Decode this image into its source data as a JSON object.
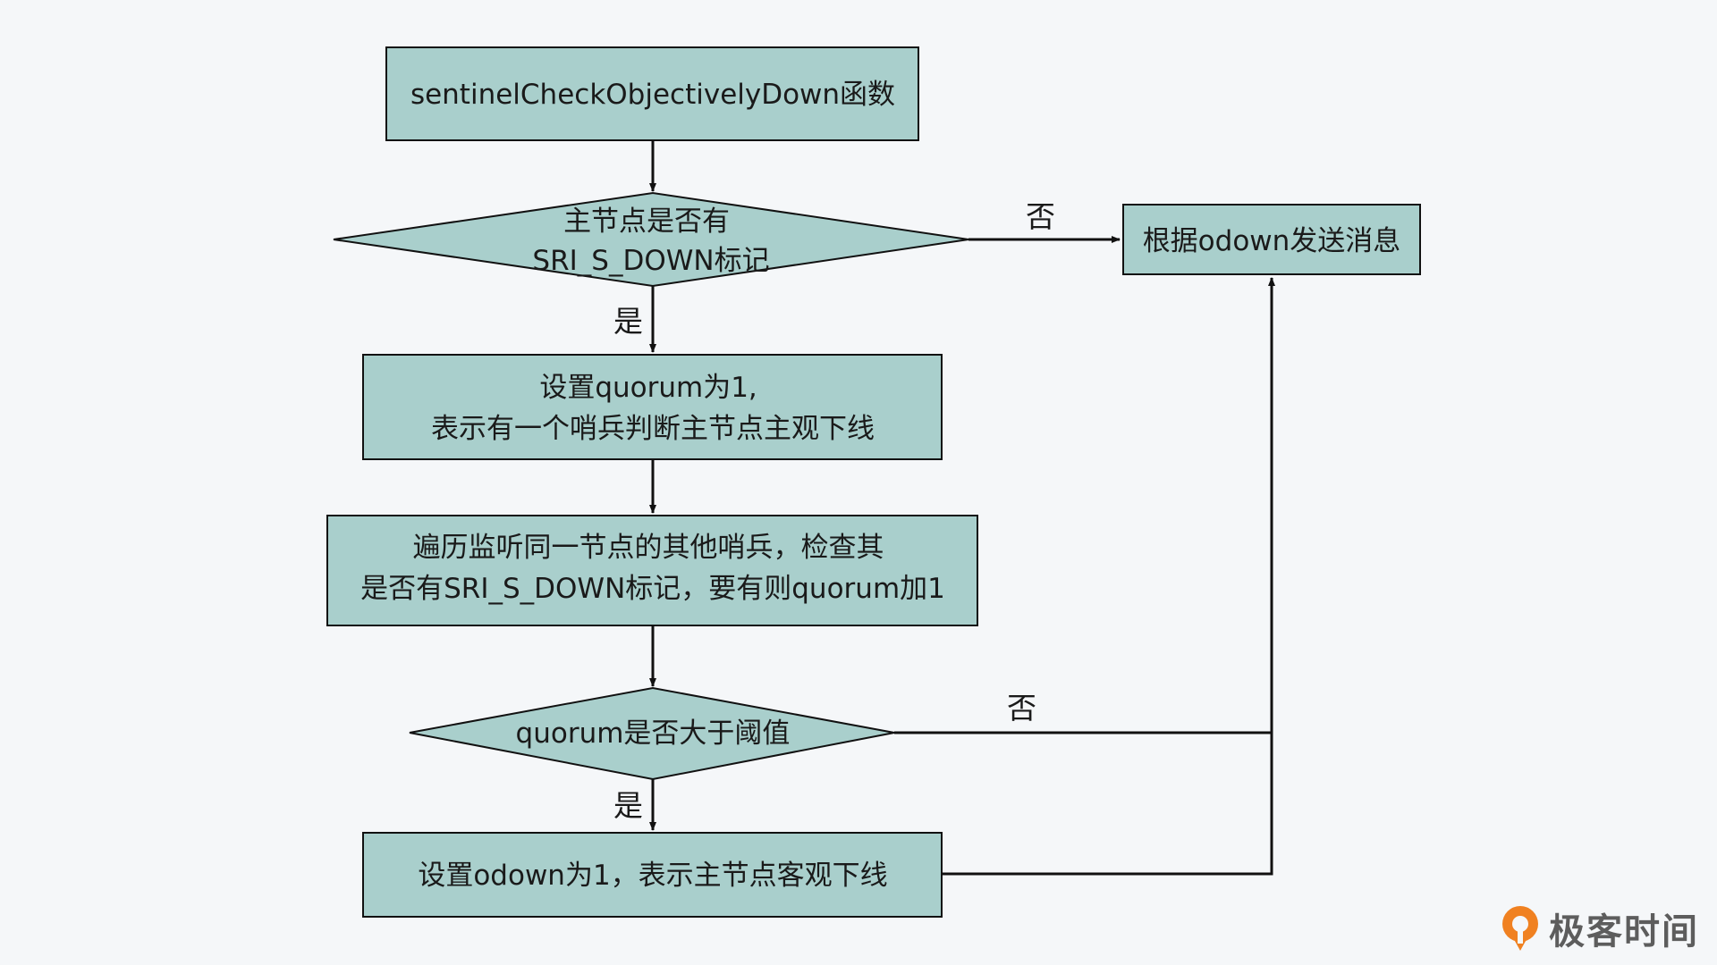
{
  "colors": {
    "background": "#f5f7f9",
    "node_fill": "#a9cfcc",
    "stroke": "#111111",
    "brand_orange": "#f08121",
    "brand_text": "#5d5d5d"
  },
  "nodes": {
    "start": {
      "lines": [
        "sentinelCheckObjectivelyDown函数"
      ]
    },
    "check_sdown": {
      "lines": [
        "主节点是否有",
        "SRI_S_DOWN标记"
      ]
    },
    "send_msg": {
      "lines": [
        "根据odown发送消息"
      ]
    },
    "set_quorum": {
      "lines": [
        "设置quorum为1,",
        "表示有一个哨兵判断主节点主观下线"
      ]
    },
    "iterate": {
      "lines": [
        "遍历监听同一节点的其他哨兵，检查其",
        "是否有SRI_S_DOWN标记，要有则quorum加1"
      ]
    },
    "check_quorum": {
      "lines": [
        "quorum是否大于阈值"
      ]
    },
    "set_odown": {
      "lines": [
        "设置odown为1，表示主节点客观下线"
      ]
    }
  },
  "edge_labels": {
    "sdown_no": "否",
    "sdown_yes": "是",
    "quorum_no": "否",
    "quorum_yes": "是"
  },
  "brand": {
    "icon": "geektime-logo-icon",
    "text": "极客时间"
  }
}
